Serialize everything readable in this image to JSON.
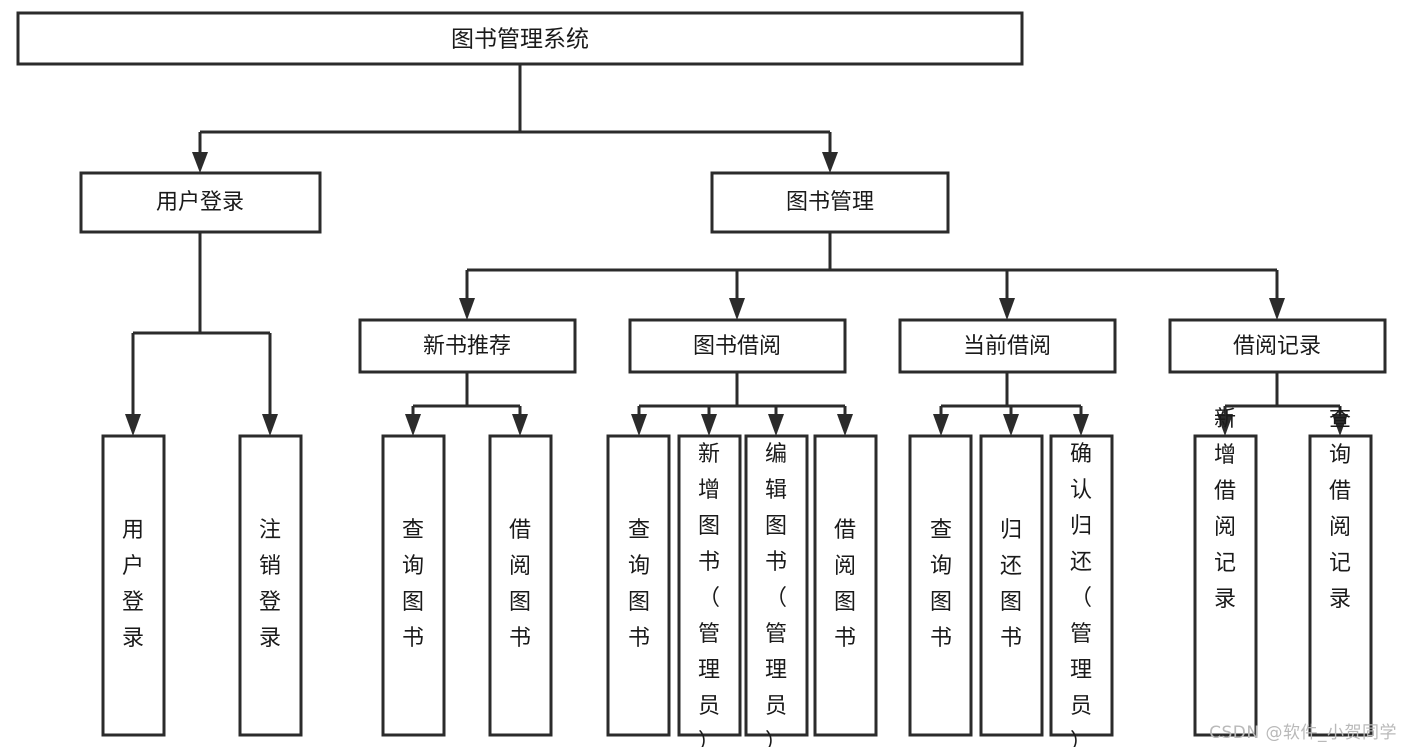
{
  "diagram": {
    "title": "图书管理系统",
    "type": "tree-hierarchy",
    "watermark": "CSDN @软件_小贺同学",
    "colors": {
      "background": "#ffffff",
      "stroke": "#2b2b2b",
      "node_fill": "#ffffff",
      "text": "#1a1a1a",
      "watermark": "#b9b9b9"
    },
    "nodes": {
      "root": {
        "label": "图书管理系统",
        "orientation": "horizontal"
      },
      "level2": [
        {
          "label": "用户登录",
          "orientation": "horizontal"
        },
        {
          "label": "图书管理",
          "orientation": "horizontal"
        }
      ],
      "level3": [
        {
          "label": "新书推荐",
          "orientation": "horizontal"
        },
        {
          "label": "图书借阅",
          "orientation": "horizontal"
        },
        {
          "label": "当前借阅",
          "orientation": "horizontal"
        },
        {
          "label": "借阅记录",
          "orientation": "horizontal"
        }
      ],
      "leaves_user_login": [
        {
          "label": "用户登录",
          "orientation": "vertical"
        },
        {
          "label": "注销登录",
          "orientation": "vertical"
        }
      ],
      "leaves_new_book": [
        {
          "label": "查询图书",
          "orientation": "vertical"
        },
        {
          "label": "借阅图书",
          "orientation": "vertical"
        }
      ],
      "leaves_borrow": [
        {
          "label": "查询图书",
          "orientation": "vertical"
        },
        {
          "label": "新增图书（管理员）",
          "orientation": "vertical"
        },
        {
          "label": "编辑图书（管理员）",
          "orientation": "vertical"
        },
        {
          "label": "借阅图书",
          "orientation": "vertical"
        }
      ],
      "leaves_current": [
        {
          "label": "查询图书",
          "orientation": "vertical"
        },
        {
          "label": "归还图书",
          "orientation": "vertical"
        },
        {
          "label": "确认归还（管理员）",
          "orientation": "vertical"
        }
      ],
      "leaves_record": [
        {
          "label": "新增借阅记录",
          "orientation": "vertical"
        },
        {
          "label": "查询借阅记录",
          "orientation": "vertical"
        }
      ]
    }
  }
}
